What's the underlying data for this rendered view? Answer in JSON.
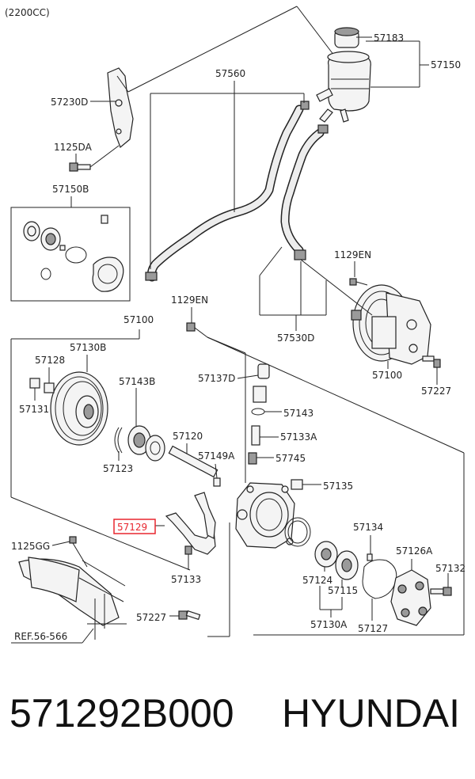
{
  "header": {
    "engine": "(2200CC)"
  },
  "labels": {
    "p57183": "57183",
    "p57150": "57150",
    "p57560": "57560",
    "p57230D": "57230D",
    "p1125DA": "1125DA",
    "p57150B": "57150B",
    "p1129EN_a": "1129EN",
    "p1129EN_b": "1129EN",
    "p57100_a": "57100",
    "p57100_b": "57100",
    "p57530D": "57530D",
    "p57227_a": "57227",
    "p57130B": "57130B",
    "p57128": "57128",
    "p57131": "57131",
    "p57143B": "57143B",
    "p57137D": "57137D",
    "p57143": "57143",
    "p57133A": "57133A",
    "p57745": "57745",
    "p57120": "57120",
    "p57149A": "57149A",
    "p57123": "57123",
    "p57135": "57135",
    "p57129": "57129",
    "p57134": "57134",
    "p57126A": "57126A",
    "p57132": "57132",
    "p1125GG": "1125GG",
    "p57133": "57133",
    "p57124": "57124",
    "p57115": "57115",
    "p57130A": "57130A",
    "p57127": "57127",
    "p57227_b": "57227",
    "ref": "REF.56-566"
  },
  "highlight": {
    "color": "#e8272f",
    "label": "57129"
  },
  "footer": {
    "part_number": "571292B000",
    "brand": "HYUNDAI"
  }
}
